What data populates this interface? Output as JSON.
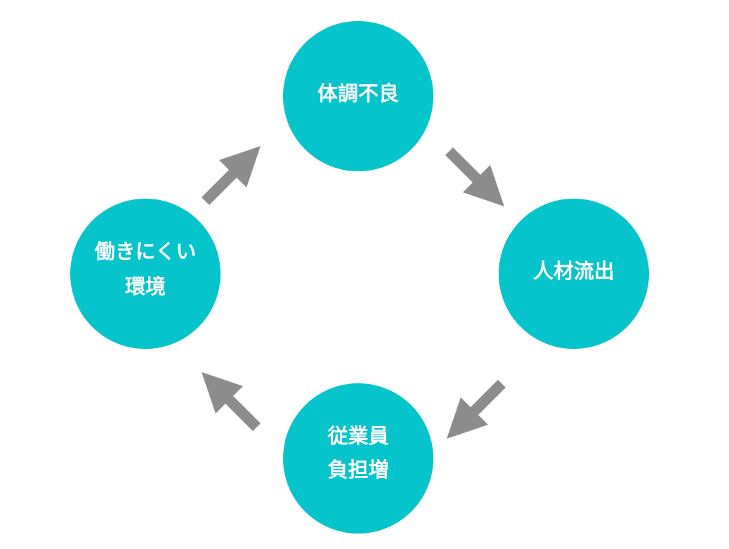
{
  "colors": {
    "node_fill": "#05c4cc",
    "node_text": "#ffffff",
    "arrow": "#8c8c8c"
  },
  "nodes": [
    {
      "id": "poor-health",
      "lines": [
        "体調不良"
      ]
    },
    {
      "id": "talent-outflow",
      "lines": [
        "人材流出"
      ]
    },
    {
      "id": "employee-burden",
      "lines": [
        "従業員",
        "負担増"
      ]
    },
    {
      "id": "hard-work-environment",
      "lines": [
        "働きにくい",
        "環境"
      ]
    }
  ],
  "edges": [
    {
      "from": "poor-health",
      "to": "talent-outflow"
    },
    {
      "from": "talent-outflow",
      "to": "employee-burden"
    },
    {
      "from": "employee-burden",
      "to": "hard-work-environment"
    },
    {
      "from": "hard-work-environment",
      "to": "poor-health"
    }
  ]
}
